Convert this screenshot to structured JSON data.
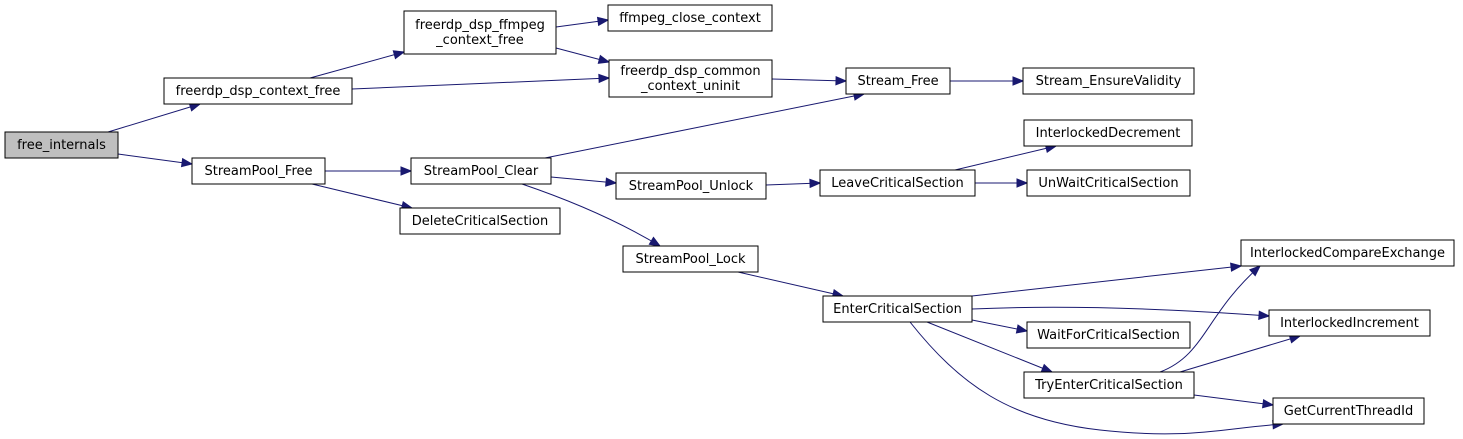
{
  "diagram": {
    "colors": {
      "edge": "#191970",
      "node_border": "#000000",
      "root_fill": "#bfbfbf",
      "node_fill": "#ffffff"
    },
    "nodes": [
      {
        "id": "free_internals",
        "lines": [
          "free_internals"
        ],
        "root": true
      },
      {
        "id": "freerdp_dsp_context_free",
        "lines": [
          "freerdp_dsp_context_free"
        ]
      },
      {
        "id": "freerdp_dsp_ffmpeg_context_free",
        "lines": [
          "freerdp_dsp_ffmpeg",
          "_context_free"
        ]
      },
      {
        "id": "ffmpeg_close_context",
        "lines": [
          "ffmpeg_close_context"
        ]
      },
      {
        "id": "freerdp_dsp_common_context_uninit",
        "lines": [
          "freerdp_dsp_common",
          "_context_uninit"
        ]
      },
      {
        "id": "Stream_Free",
        "lines": [
          "Stream_Free"
        ]
      },
      {
        "id": "Stream_EnsureValidity",
        "lines": [
          "Stream_EnsureValidity"
        ]
      },
      {
        "id": "StreamPool_Free",
        "lines": [
          "StreamPool_Free"
        ]
      },
      {
        "id": "StreamPool_Clear",
        "lines": [
          "StreamPool_Clear"
        ]
      },
      {
        "id": "DeleteCriticalSection",
        "lines": [
          "DeleteCriticalSection"
        ]
      },
      {
        "id": "StreamPool_Unlock",
        "lines": [
          "StreamPool_Unlock"
        ]
      },
      {
        "id": "LeaveCriticalSection",
        "lines": [
          "LeaveCriticalSection"
        ]
      },
      {
        "id": "InterlockedDecrement",
        "lines": [
          "InterlockedDecrement"
        ]
      },
      {
        "id": "UnWaitCriticalSection",
        "lines": [
          "UnWaitCriticalSection"
        ]
      },
      {
        "id": "StreamPool_Lock",
        "lines": [
          "StreamPool_Lock"
        ]
      },
      {
        "id": "EnterCriticalSection",
        "lines": [
          "EnterCriticalSection"
        ]
      },
      {
        "id": "InterlockedCompareExchange",
        "lines": [
          "InterlockedCompareExchange"
        ]
      },
      {
        "id": "InterlockedIncrement",
        "lines": [
          "InterlockedIncrement"
        ]
      },
      {
        "id": "WaitForCriticalSection",
        "lines": [
          "WaitForCriticalSection"
        ]
      },
      {
        "id": "TryEnterCriticalSection",
        "lines": [
          "TryEnterCriticalSection"
        ]
      },
      {
        "id": "GetCurrentThreadId",
        "lines": [
          "GetCurrentThreadId"
        ]
      }
    ],
    "edges": [
      {
        "from": "free_internals",
        "to": "freerdp_dsp_context_free"
      },
      {
        "from": "free_internals",
        "to": "StreamPool_Free"
      },
      {
        "from": "freerdp_dsp_context_free",
        "to": "freerdp_dsp_ffmpeg_context_free"
      },
      {
        "from": "freerdp_dsp_context_free",
        "to": "freerdp_dsp_common_context_uninit"
      },
      {
        "from": "freerdp_dsp_ffmpeg_context_free",
        "to": "ffmpeg_close_context"
      },
      {
        "from": "freerdp_dsp_ffmpeg_context_free",
        "to": "freerdp_dsp_common_context_uninit"
      },
      {
        "from": "freerdp_dsp_common_context_uninit",
        "to": "Stream_Free"
      },
      {
        "from": "Stream_Free",
        "to": "Stream_EnsureValidity"
      },
      {
        "from": "StreamPool_Free",
        "to": "StreamPool_Clear"
      },
      {
        "from": "StreamPool_Free",
        "to": "DeleteCriticalSection"
      },
      {
        "from": "StreamPool_Clear",
        "to": "Stream_Free"
      },
      {
        "from": "StreamPool_Clear",
        "to": "StreamPool_Unlock"
      },
      {
        "from": "StreamPool_Clear",
        "to": "StreamPool_Lock"
      },
      {
        "from": "StreamPool_Unlock",
        "to": "LeaveCriticalSection"
      },
      {
        "from": "LeaveCriticalSection",
        "to": "InterlockedDecrement"
      },
      {
        "from": "LeaveCriticalSection",
        "to": "UnWaitCriticalSection"
      },
      {
        "from": "StreamPool_Lock",
        "to": "EnterCriticalSection"
      },
      {
        "from": "EnterCriticalSection",
        "to": "InterlockedCompareExchange"
      },
      {
        "from": "EnterCriticalSection",
        "to": "InterlockedIncrement"
      },
      {
        "from": "EnterCriticalSection",
        "to": "WaitForCriticalSection"
      },
      {
        "from": "EnterCriticalSection",
        "to": "TryEnterCriticalSection"
      },
      {
        "from": "EnterCriticalSection",
        "to": "GetCurrentThreadId"
      },
      {
        "from": "TryEnterCriticalSection",
        "to": "InterlockedCompareExchange"
      },
      {
        "from": "TryEnterCriticalSection",
        "to": "InterlockedIncrement"
      },
      {
        "from": "TryEnterCriticalSection",
        "to": "GetCurrentThreadId"
      }
    ]
  }
}
